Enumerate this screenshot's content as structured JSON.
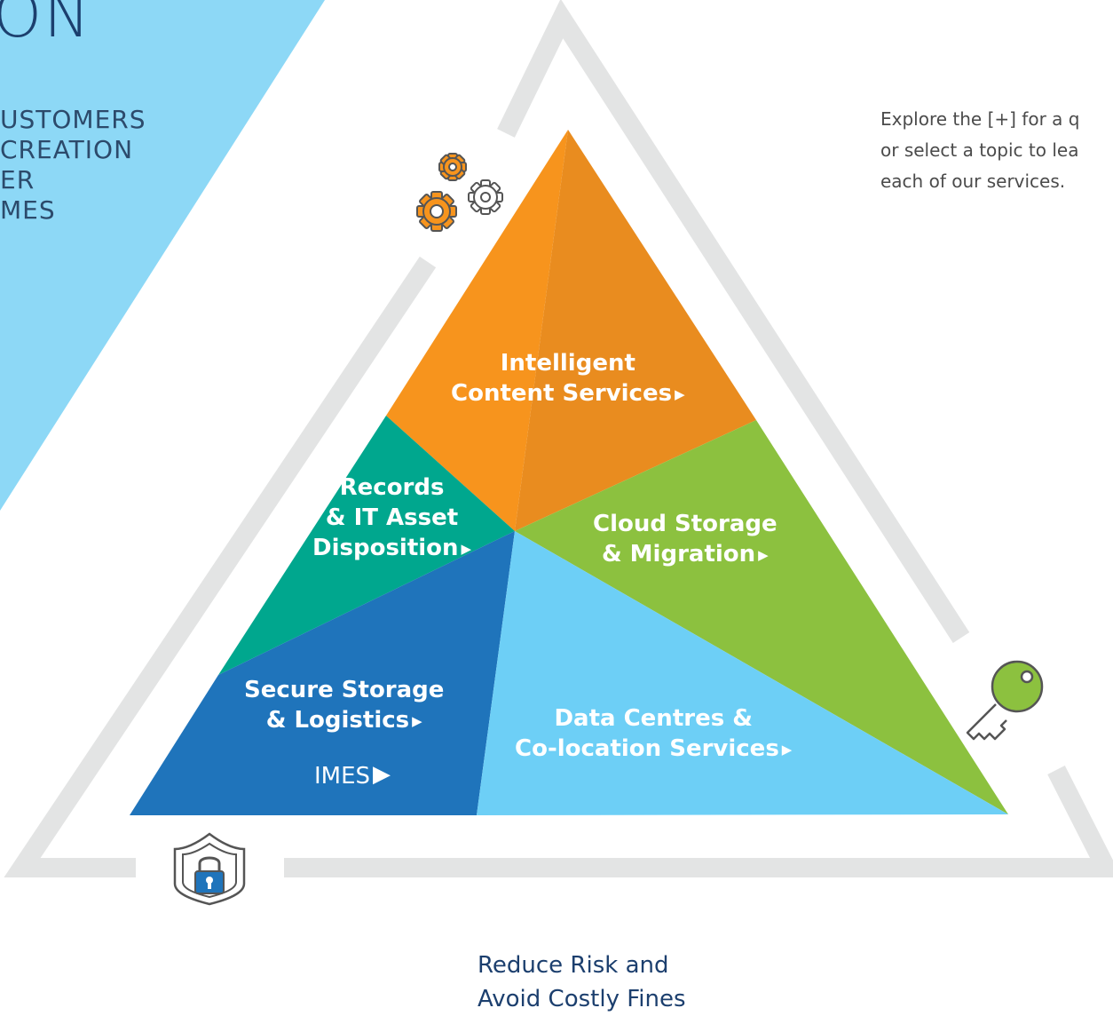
{
  "header": {
    "title_fragment": "ON",
    "lines": [
      "USTOMERS",
      "CREATION",
      "ER",
      "MES"
    ]
  },
  "intro": {
    "lines": [
      "Explore the [+] for a q",
      "or select a topic to lea",
      "each of our services."
    ]
  },
  "segments": {
    "intelligent": {
      "lines": [
        "Intelligent",
        "Content Services"
      ]
    },
    "records": {
      "lines": [
        "Records",
        "& IT Asset",
        "Disposition"
      ]
    },
    "cloud": {
      "lines": [
        "Cloud Storage",
        "& Migration"
      ]
    },
    "secure": {
      "lines": [
        "Secure Storage",
        "& Logistics"
      ]
    },
    "datacentres": {
      "lines": [
        "Data Centres &",
        "Co-location Services"
      ]
    },
    "imes": {
      "label": "IMES"
    }
  },
  "icons": {
    "gears": "gears-icon",
    "key": "key-icon",
    "shield": "shield-lock-icon"
  },
  "caption": {
    "lines": [
      "Reduce Risk and",
      "Avoid Costly Fines"
    ]
  },
  "colors": {
    "sky_band": "#8dd8f6",
    "orange": "#f7941d",
    "orange_dark": "#e98c1f",
    "green": "#8cc13f",
    "teal": "#00a78e",
    "blue": "#1f74bb",
    "light_blue": "#6dcff6",
    "outline_grey": "#e3e4e4",
    "navy_text": "#1c3f6e"
  }
}
